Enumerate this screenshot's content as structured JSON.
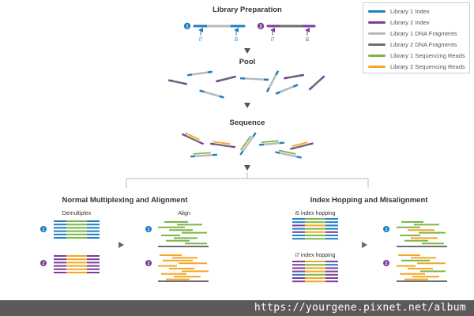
{
  "colors": {
    "lib1_index": "#1f7fc1",
    "lib2_index": "#7b3f98",
    "lib1_fragment": "#b9b9b9",
    "lib2_fragment": "#6e6e6e",
    "lib1_read": "#7ab648",
    "lib2_read": "#f5a623",
    "arrow": "#555555",
    "bracket": "#bbbbbb"
  },
  "titles": {
    "library_prep": "Library Preparation",
    "pool": "Pool",
    "sequence": "Sequence",
    "normal": "Normal Multiplexing and Alignment",
    "hopping": "Index Hopping and Misalignment"
  },
  "labels": {
    "i7": "i7",
    "i5": "i5",
    "demultiplex": "Demultiplex",
    "align": "Align",
    "i5_hopping": "i5 index hopping",
    "i7_hopping": "i7 index hopping",
    "badge1": "1",
    "badge2": "2"
  },
  "legend": [
    {
      "label": "Library 1 Index",
      "color": "#1f7fc1"
    },
    {
      "label": "Library 2 Index",
      "color": "#7b3f98"
    },
    {
      "label": "Library 1 DNA Fragments",
      "color": "#b9b9b9"
    },
    {
      "label": "Library 2 DNA Fragments",
      "color": "#6e6e6e"
    },
    {
      "label": "Library 1 Sequencing Reads",
      "color": "#7ab648"
    },
    {
      "label": "Library 2 Sequencing Reads",
      "color": "#f5a623"
    }
  ],
  "watermark": "https://yourgene.pixnet.net/album"
}
